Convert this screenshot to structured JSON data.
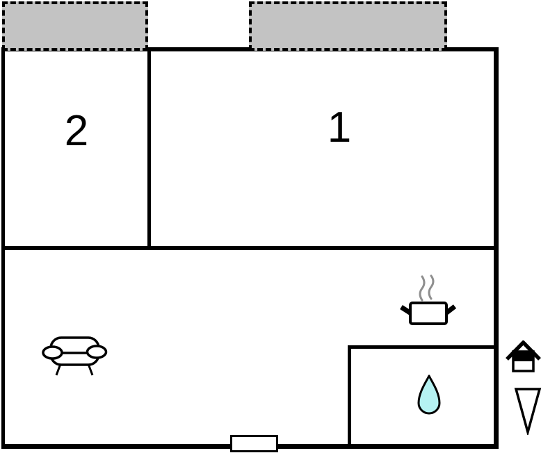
{
  "floorplan": {
    "rooms": [
      {
        "id": "room-1",
        "label": "1"
      },
      {
        "id": "room-2",
        "label": "2"
      }
    ],
    "features": {
      "terraces": 2,
      "entrance_door": "bottom",
      "living_area_icon": "sofa-icon",
      "kitchen_icon": "cooking-pot-icon",
      "bathroom_icon": "water-drop-icon",
      "outside_markers": [
        "house-entrance-icon",
        "north-arrow-icon"
      ]
    }
  },
  "colors": {
    "wall": "#000000",
    "terrace_fill": "#c3c3c3",
    "drop_fill": "#b5f2f2",
    "steam": "#8f8f8f",
    "background": "#ffffff"
  }
}
